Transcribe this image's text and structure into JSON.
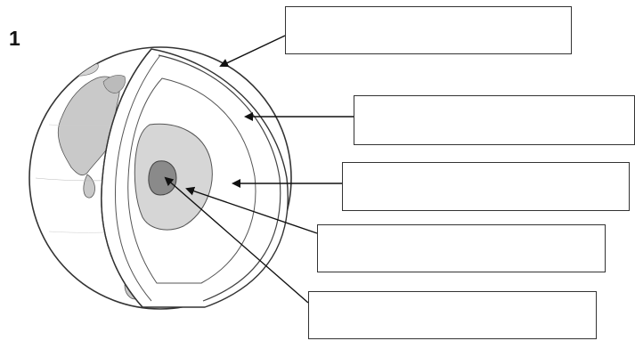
{
  "question": {
    "number": "1"
  },
  "labels": [
    {
      "id": "crust",
      "value": ""
    },
    {
      "id": "mantle",
      "value": ""
    },
    {
      "id": "outer-core",
      "value": ""
    },
    {
      "id": "inner-core",
      "value": ""
    },
    {
      "id": "center",
      "value": ""
    }
  ],
  "colors": {
    "outline": "#333333",
    "land": "#c9c9c9",
    "ocean": "#ffffff",
    "outer_core": "#d6d6d6",
    "inner_core": "#8a8a8a",
    "ink": "#111111"
  }
}
